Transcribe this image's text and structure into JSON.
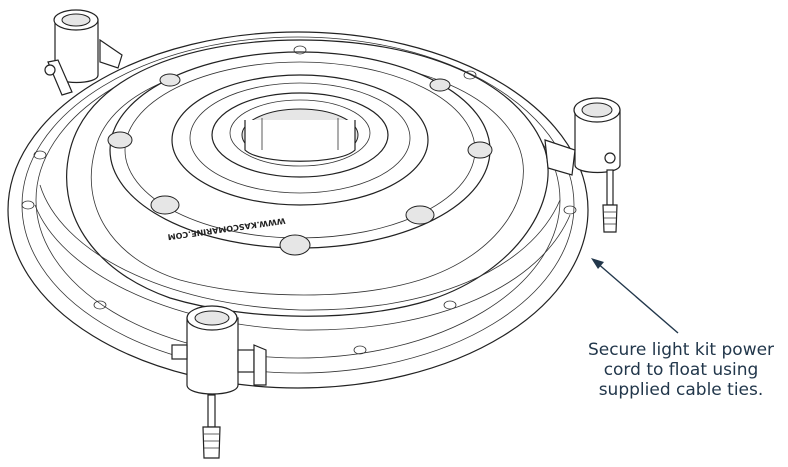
{
  "figure": {
    "engraving_text": "WWW.KASCOMARINE.COM",
    "callout_lines": [
      "Secure light kit power",
      "cord to float using",
      "supplied cable ties."
    ],
    "arrow_color": "#22374b",
    "line_color": "#222222"
  }
}
